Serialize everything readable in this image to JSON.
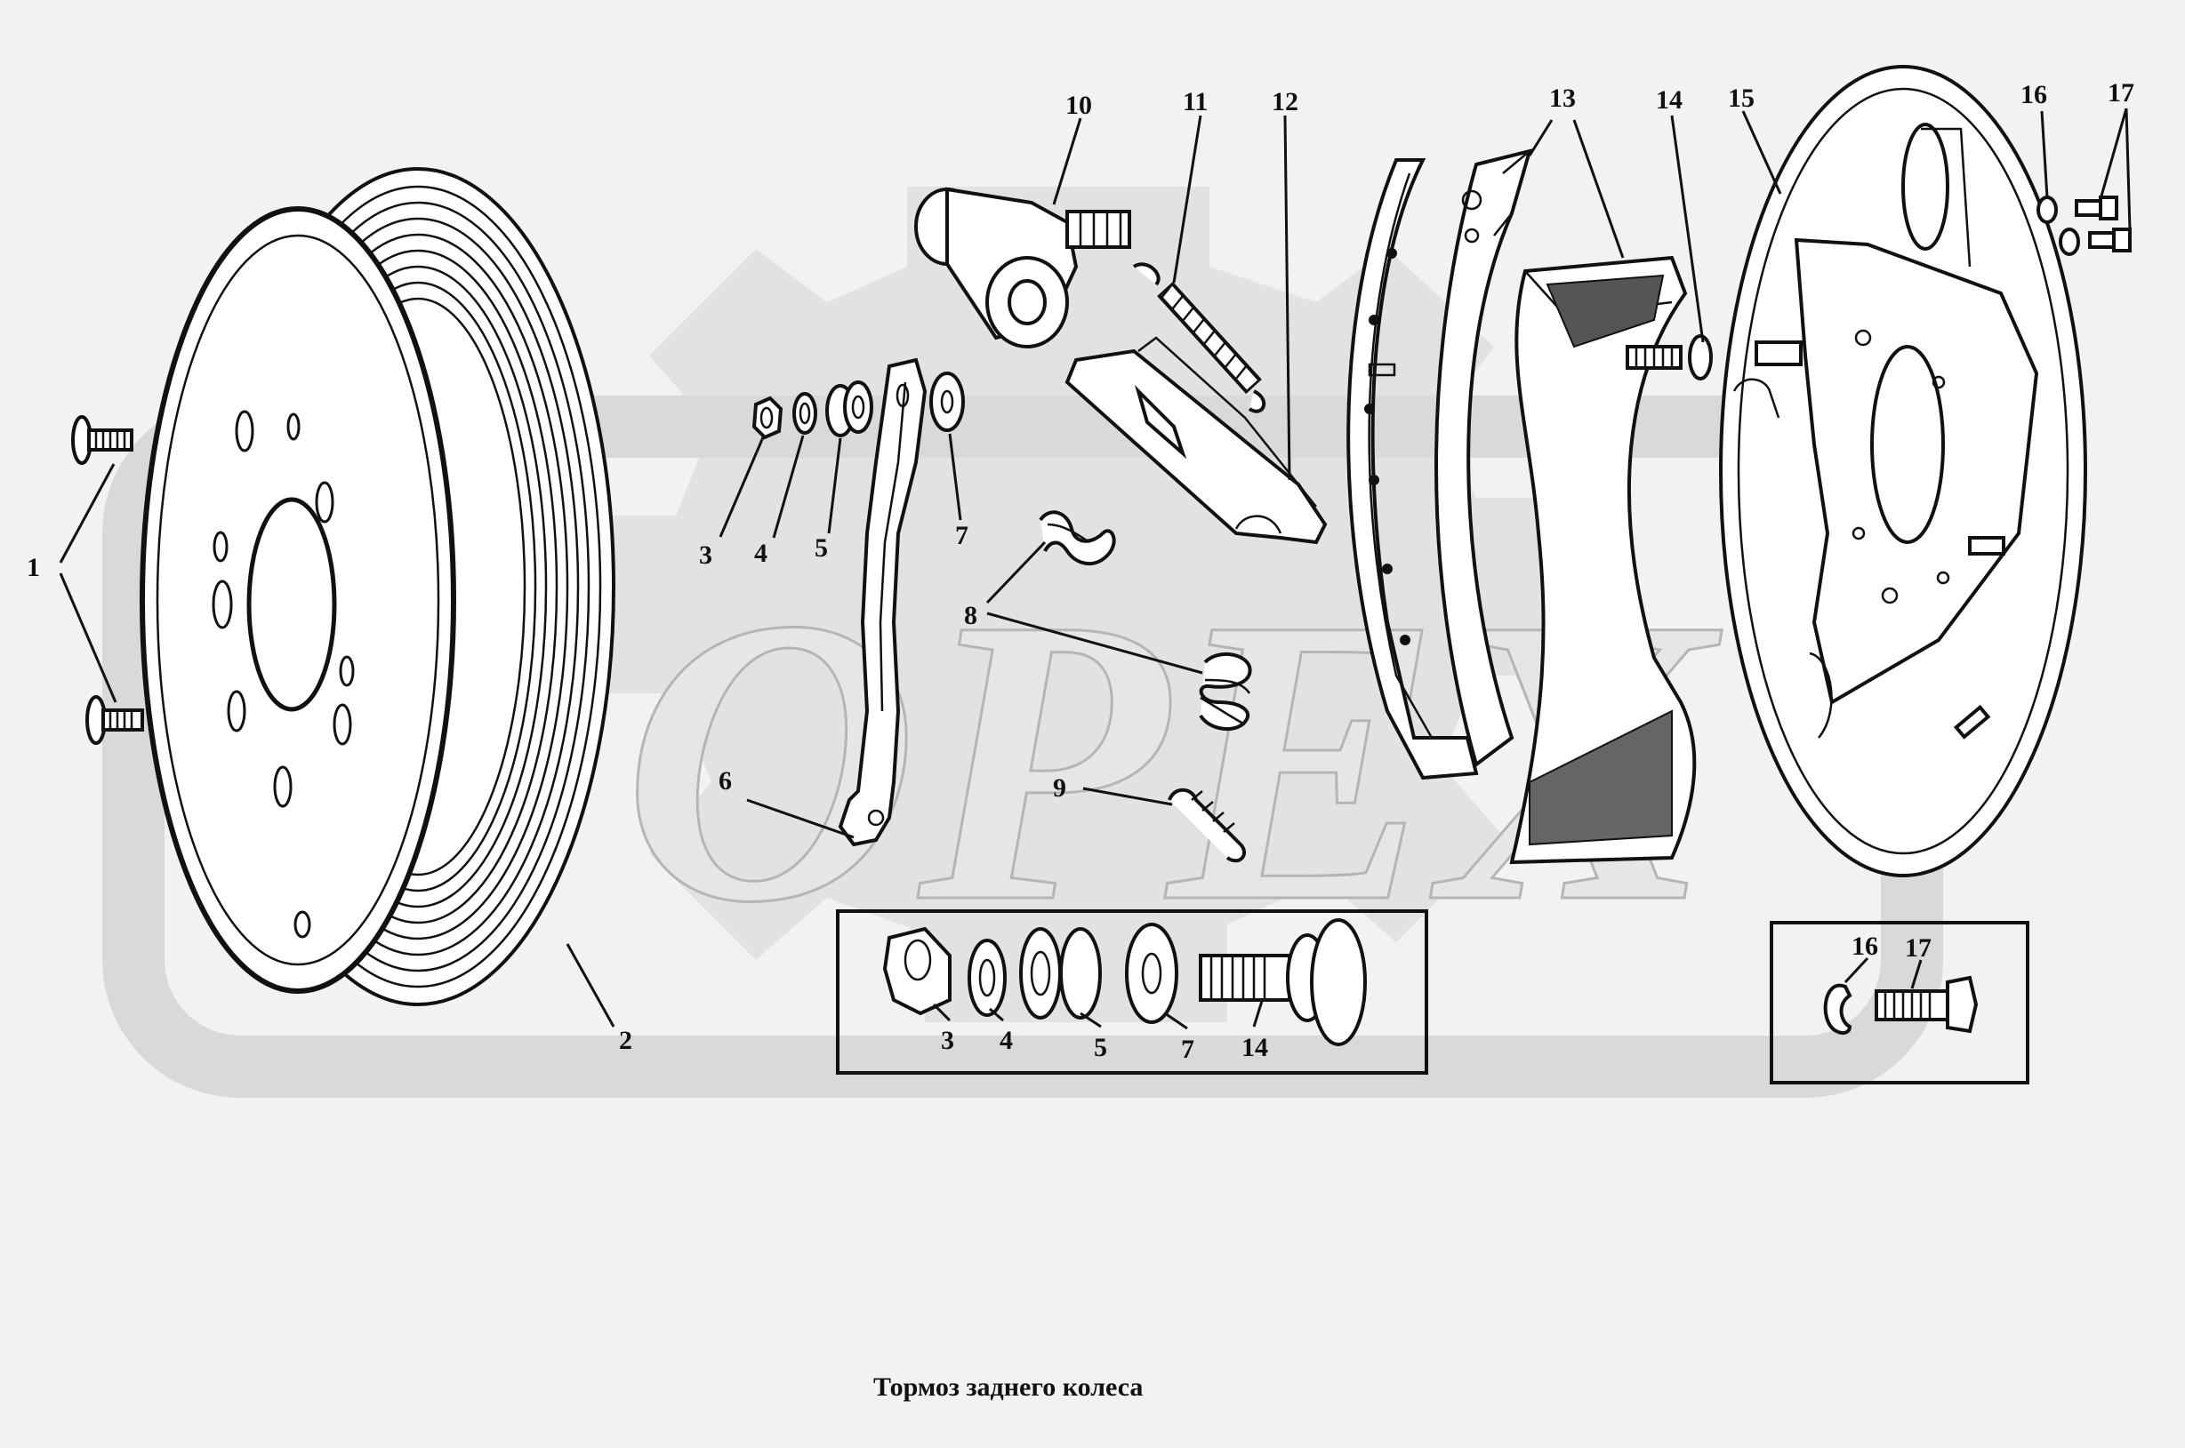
{
  "caption": "Тормоз заднего колеса",
  "callouts": [
    "1",
    "2",
    "3",
    "4",
    "5",
    "6",
    "7",
    "8",
    "9",
    "10",
    "11",
    "12",
    "13",
    "14",
    "15",
    "16",
    "17"
  ],
  "inset_left": {
    "labels": [
      "3",
      "4",
      "5",
      "7",
      "14"
    ]
  },
  "inset_right": {
    "labels": [
      "16",
      "17"
    ]
  },
  "watermark": {
    "text": "OPEX"
  },
  "colors": {
    "background": "#f2f2f0",
    "ink": "#111111",
    "watermark": "#d3d3d1"
  }
}
